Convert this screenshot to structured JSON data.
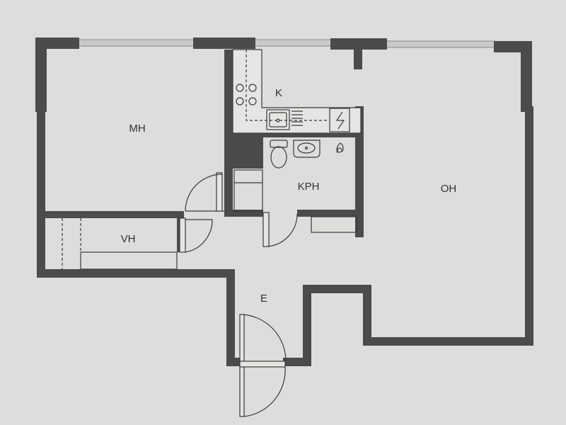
{
  "rooms": {
    "mh": "MH",
    "k": "K",
    "kph": "KPH",
    "oh": "OH",
    "vh": "VH",
    "e": "E"
  },
  "colors": {
    "paper": "#e4e3e1",
    "wall": "#4b4b4b",
    "line": "#3a3a3a",
    "window": "#a9a9a9"
  },
  "icons": [
    "stove-burner-icon",
    "sink-icon",
    "toilet-icon",
    "washbasin-icon",
    "shower-icon",
    "electric-panel-icon",
    "door-swing-icon"
  ]
}
